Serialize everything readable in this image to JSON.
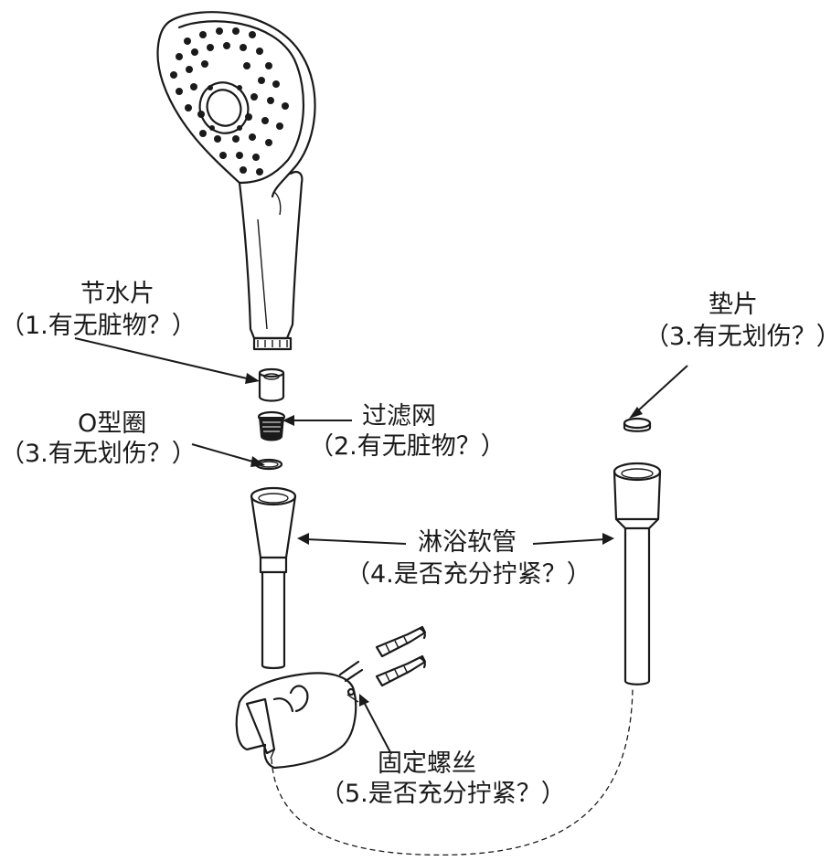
{
  "labels": {
    "flow_restrictor": {
      "name": "节水片",
      "check": "（1.有无脏物？）"
    },
    "washer": {
      "name": "垫片",
      "check": "（3.有无划伤？）"
    },
    "o_ring": {
      "name": "O型圈",
      "check": "（3.有无划伤？）"
    },
    "filter": {
      "name": "过滤网",
      "check": "（2.有无脏物？）"
    },
    "hose": {
      "name": "淋浴软管",
      "check": "（4.是否充分拧紧？）"
    },
    "screws": {
      "name": "固定螺丝",
      "check": "（5.是否充分拧紧？）"
    }
  },
  "colors": {
    "line": "#1a1a1a",
    "background": "#ffffff"
  }
}
